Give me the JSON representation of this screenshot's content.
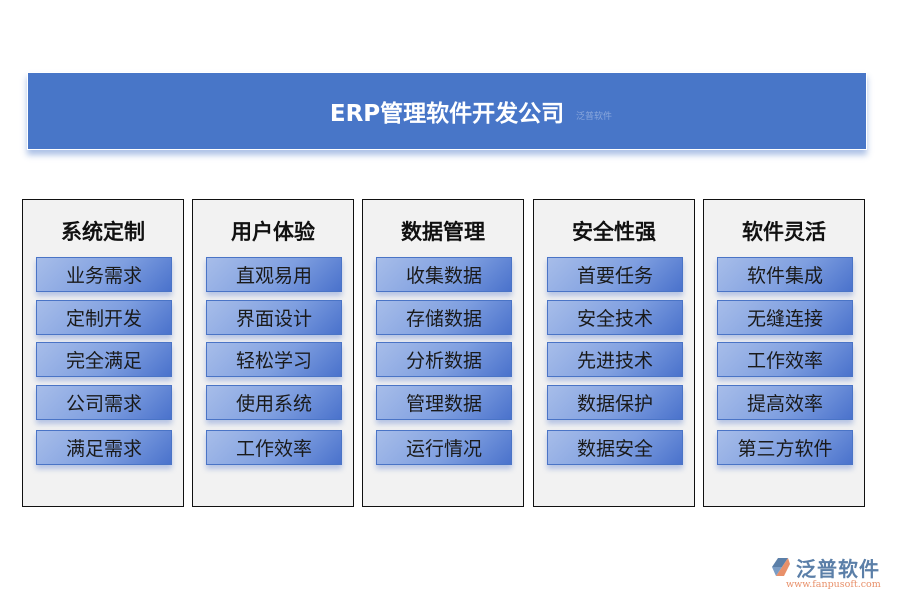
{
  "header": {
    "title": "ERP管理软件开发公司",
    "watermark": "泛普软件",
    "background_color": "#4876c8"
  },
  "columns": [
    {
      "title": "系统定制",
      "items": [
        "业务需求",
        "定制开发",
        "完全满足",
        "公司需求",
        "满足需求"
      ]
    },
    {
      "title": "用户体验",
      "items": [
        "直观易用",
        "界面设计",
        "轻松学习",
        "使用系统",
        "工作效率"
      ]
    },
    {
      "title": "数据管理",
      "items": [
        "收集数据",
        "存储数据",
        "分析数据",
        "管理数据",
        "运行情况"
      ]
    },
    {
      "title": "安全性强",
      "items": [
        "首要任务",
        "安全技术",
        "先进技术",
        "数据保护",
        "数据安全"
      ]
    },
    {
      "title": "软件灵活",
      "items": [
        "软件集成",
        "无缝连接",
        "工作效率",
        "提高效率",
        "第三方软件"
      ]
    }
  ],
  "logo": {
    "name": "泛普软件",
    "url": "www.fanpusoft.com",
    "icon": "fanpu-logo-icon"
  }
}
